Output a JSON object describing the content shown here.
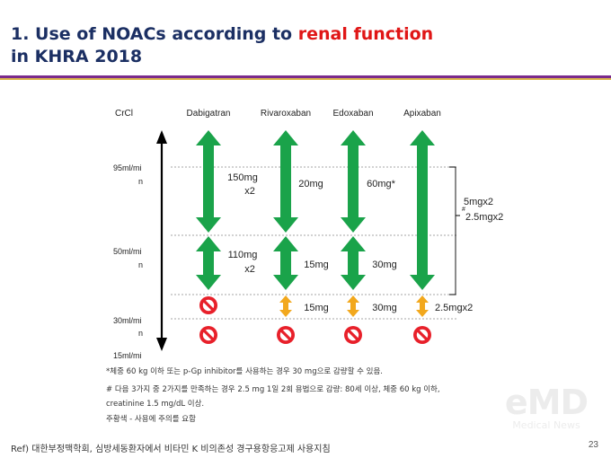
{
  "title": {
    "line1_prefix": "1. Use of NOACs according to ",
    "line1_highlight": "renal function",
    "line2": "in KHRA 2018"
  },
  "header_crcl": "CrCl",
  "drugs": [
    "Dabigatran",
    "Rivaroxaban",
    "Edoxaban",
    "Apixaban"
  ],
  "thresholds": [
    {
      "label": [
        "95ml/mi",
        "n"
      ]
    },
    {
      "label": [
        "50ml/mi",
        "n"
      ]
    },
    {
      "label": [
        "30ml/mi",
        "n"
      ]
    },
    {
      "label": [
        "15ml/mi"
      ]
    }
  ],
  "doses": {
    "dabigatran": [
      [
        "150mg",
        "x2"
      ],
      [
        "110mg",
        "x2"
      ]
    ],
    "rivaroxaban": [
      "20mg",
      "15mg",
      "15mg"
    ],
    "edoxaban": [
      "60mg*",
      "30mg",
      "30mg"
    ],
    "apixaban_bracket": [
      "5mgx2",
      "2.5mgx2"
    ],
    "apixaban_bracket_marker": "#",
    "apixaban_low": "2.5mgx2"
  },
  "notes": [
    "*체중 60 kg 이하 또는 p-Gp inhibitor를 사용하는 경우 30 mg으로 감량할 수 있음.",
    "# 다음 3가지 중 2가지를 만족하는 경우 2.5 mg 1일 2회 용법으로 감량: 80세 이상, 체중 60 kg 이하,",
    "creatinine 1.5 mg/dL 이상.",
    "주황색 - 사용에 주의를 요함"
  ],
  "reference": "Ref) 대한부정맥학회, 심방세동환자에서 비타민 K 비의존성 경구용항응고제 사용지침",
  "page_number": "23",
  "logo": {
    "main": "eMD",
    "sub": "Medical News"
  },
  "colors": {
    "green": "#1aa34a",
    "orange": "#f2a81d",
    "red": "#e8202a",
    "title": "#1b2f63",
    "highlight": "#e01616"
  }
}
